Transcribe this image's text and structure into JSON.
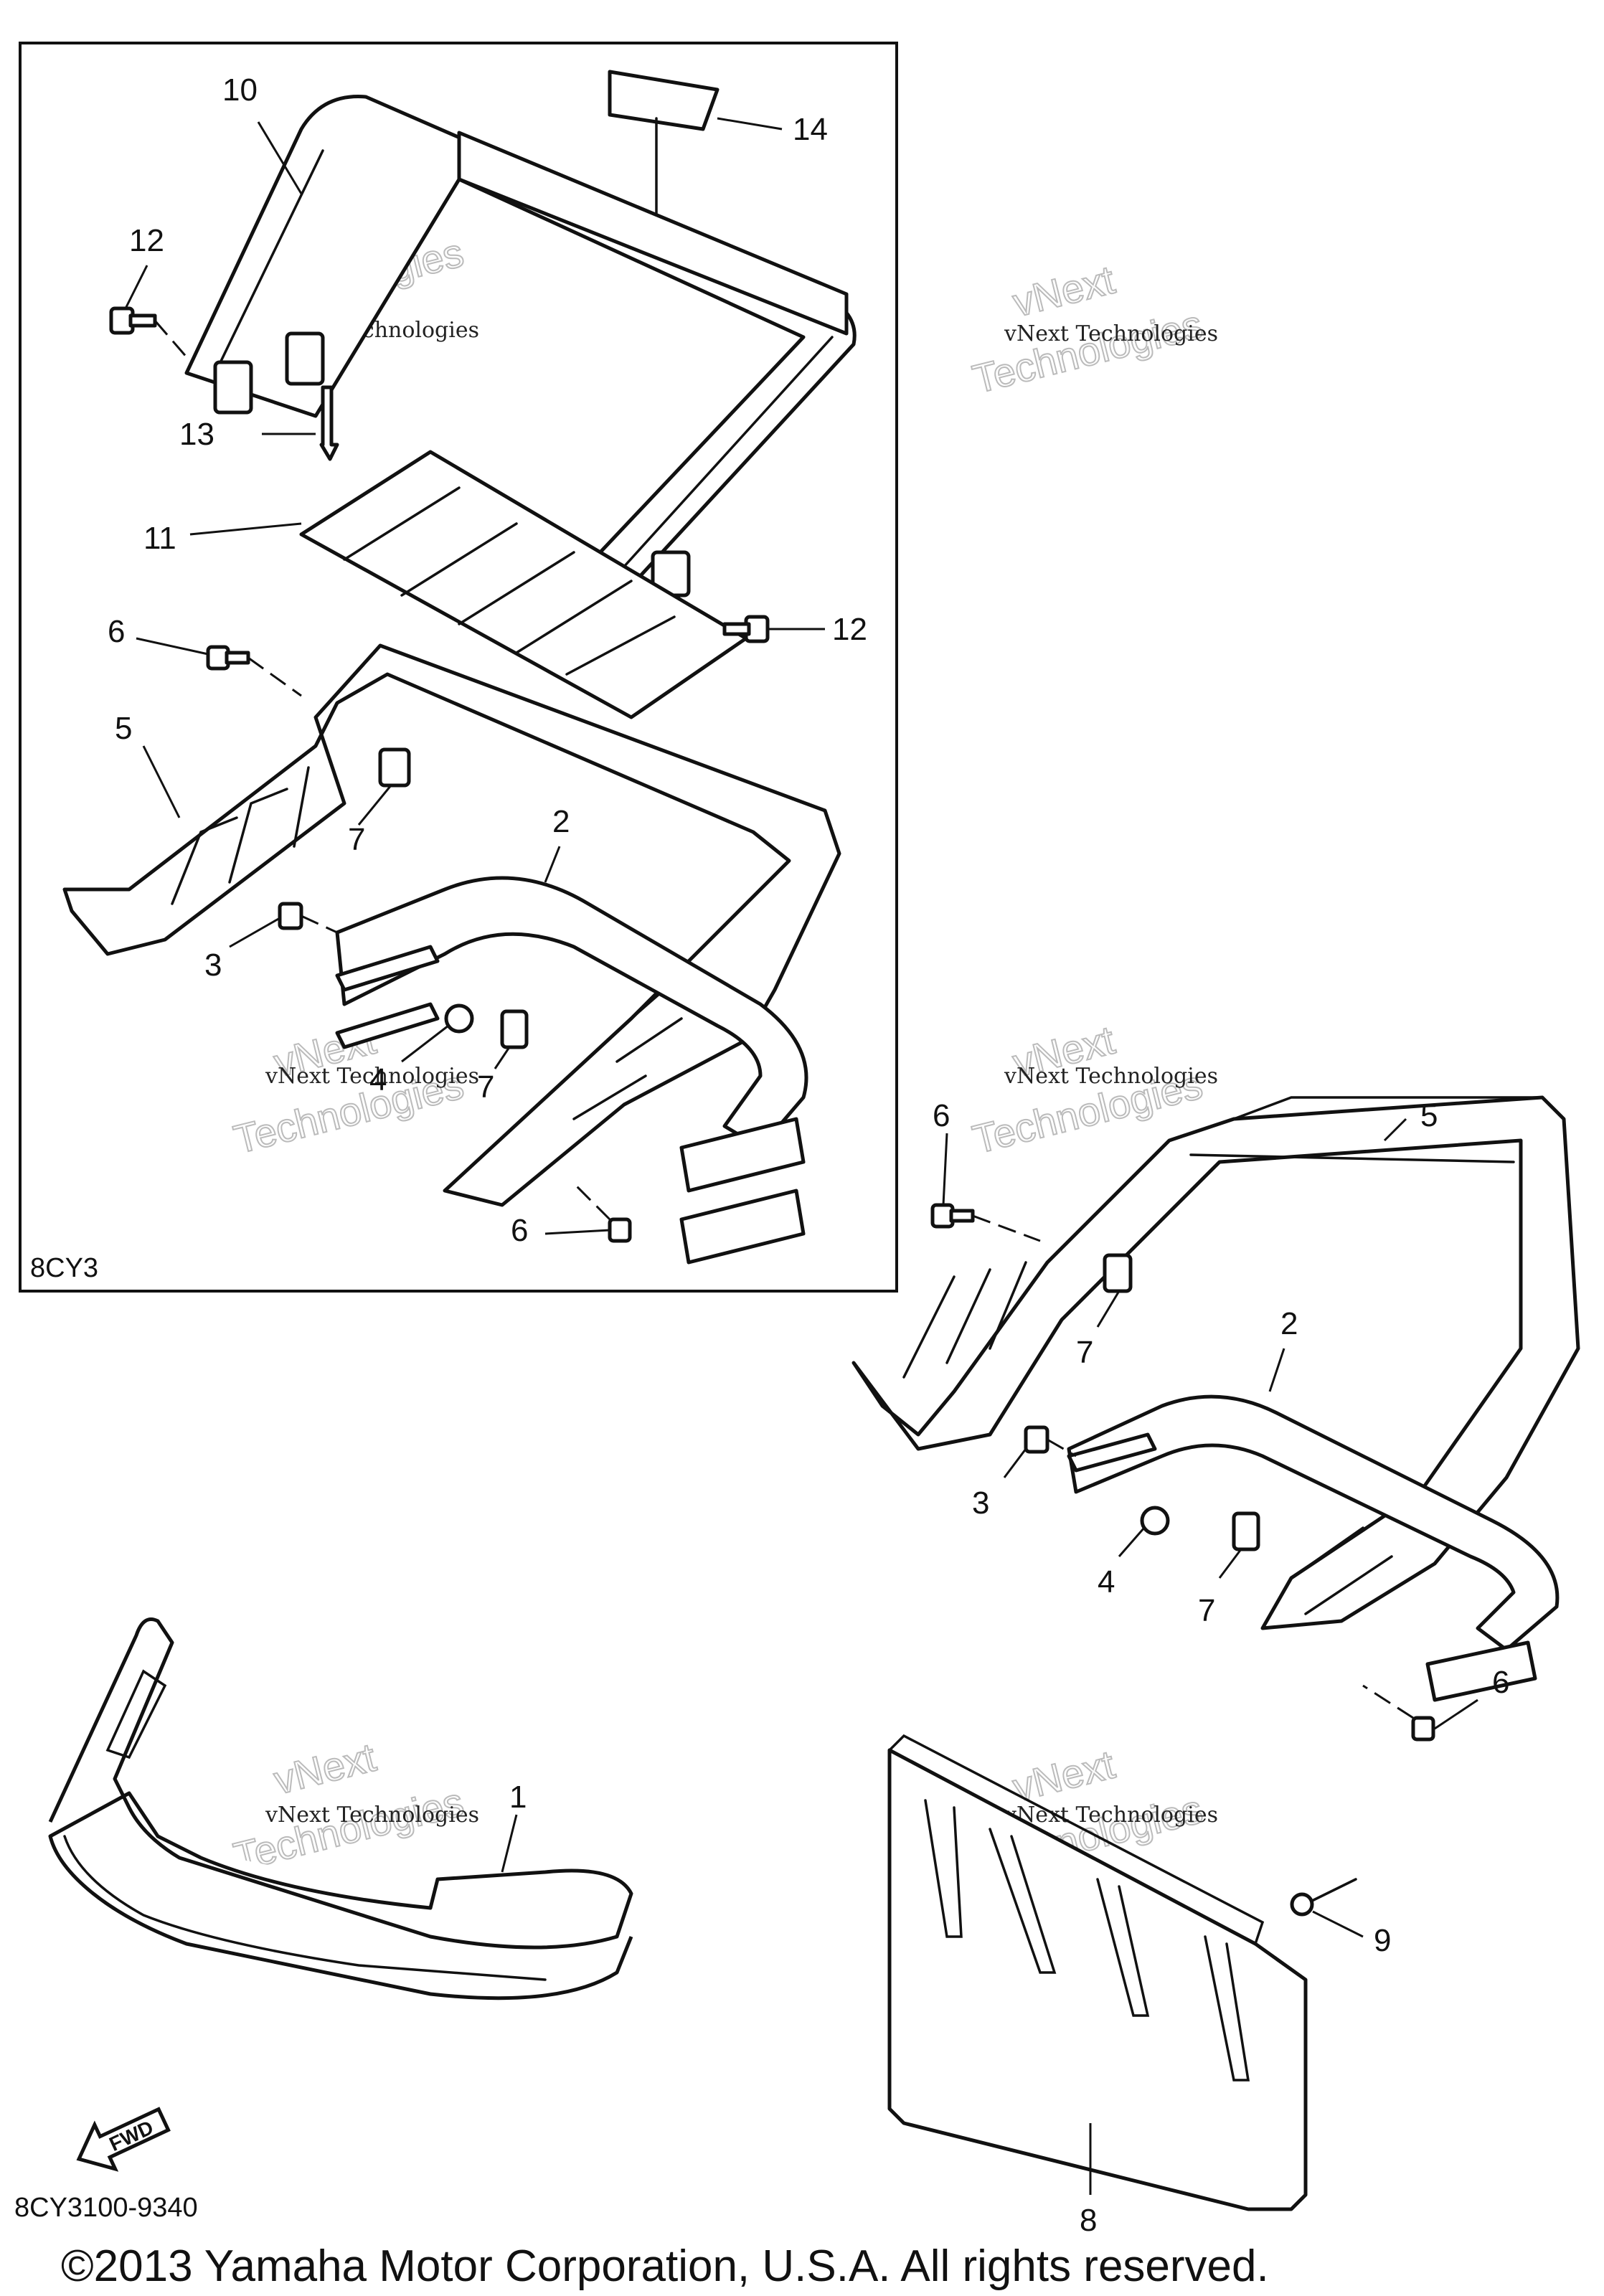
{
  "callouts": {
    "c10": "10",
    "c14": "14",
    "c12a": "12",
    "c13": "13",
    "c11": "11",
    "c12b": "12",
    "c6a": "6",
    "c5a": "5",
    "c7a": "7",
    "c2a": "2",
    "c3a": "3",
    "c4a": "4",
    "c7b": "7",
    "c6b": "6",
    "c6c": "6",
    "c5b": "5",
    "c7c": "7",
    "c2b": "2",
    "c3b": "3",
    "c4b": "4",
    "c7d": "7",
    "c6d": "6",
    "c1": "1",
    "c9": "9",
    "c8": "8"
  },
  "inset_code": "8CY3",
  "diagram_code": "8CY3100-9340",
  "fwd_label": "FWD",
  "watermark": {
    "line1": "vNext Technologies",
    "line2": "Technologies",
    "line0": "vNext"
  },
  "copyright": "©2013 Yamaha Motor Corporation, U.S.A. All rights reserved."
}
